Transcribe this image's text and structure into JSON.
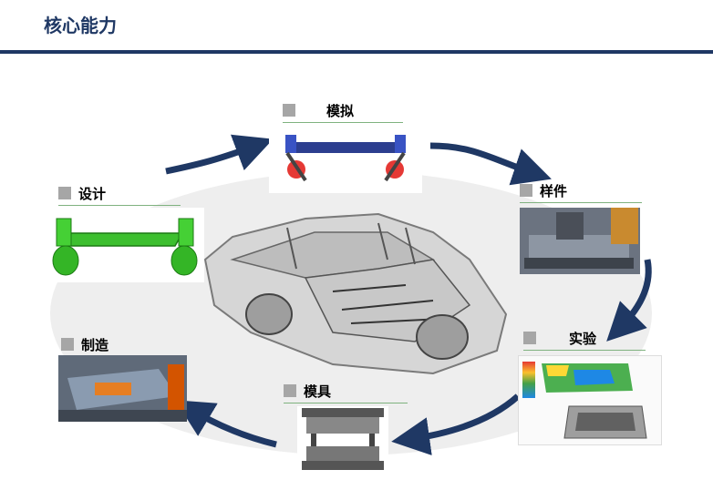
{
  "header": {
    "title": "核心能力"
  },
  "cycle": {
    "stages": [
      {
        "id": "sim",
        "label": "模拟"
      },
      {
        "id": "sample",
        "label": "样件"
      },
      {
        "id": "test",
        "label": "实验"
      },
      {
        "id": "mold",
        "label": "模具"
      },
      {
        "id": "manufacture",
        "label": "制造"
      },
      {
        "id": "design",
        "label": "设计"
      }
    ]
  },
  "colors": {
    "title": "#1f3864",
    "rule": "#1f3864",
    "arrow": "#1f3864",
    "label_underline": "#7fb27f"
  }
}
